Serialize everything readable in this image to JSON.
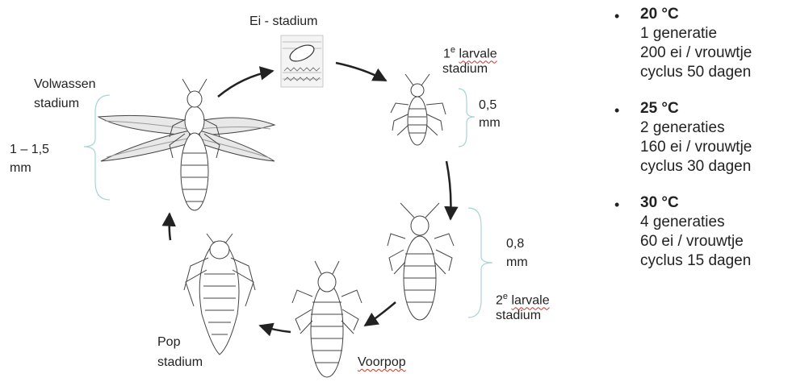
{
  "stages": {
    "egg": "Ei - stadium",
    "larva1": {
      "sup": "e",
      "num": "1",
      "word": "larvale",
      "line2": "stadium"
    },
    "larva1_size": {
      "line1": "0,5",
      "line2": "mm"
    },
    "larva2_size": {
      "line1": "0,8",
      "line2": "mm"
    },
    "larva2": {
      "num": "2",
      "sup": "e",
      "word": "larvale",
      "line2": "stadium"
    },
    "prepupa": "Voorpop",
    "pupa": {
      "line1": "Pop",
      "line2": "stadium"
    },
    "adult": {
      "line1": "Volwassen",
      "line2": "stadium"
    },
    "adult_size": {
      "line1": "1 – 1,5",
      "line2": "mm"
    }
  },
  "temperatures": [
    {
      "temp": "20 °C",
      "generations": "1 generatie",
      "eggs": "200 ei / vrouwtje",
      "cycle": "cyclus 50 dagen"
    },
    {
      "temp": "25 °C",
      "generations": "2 generaties",
      "eggs": "160 ei / vrouwtje",
      "cycle": "cyclus 30 dagen"
    },
    {
      "temp": "30 °C",
      "generations": "4 generaties",
      "eggs": "60 ei / vrouwtje",
      "cycle": "cyclus 15 dagen"
    }
  ],
  "colors": {
    "brace": "#a8d4d4",
    "arrow": "#222222",
    "sketch": "#444444"
  }
}
